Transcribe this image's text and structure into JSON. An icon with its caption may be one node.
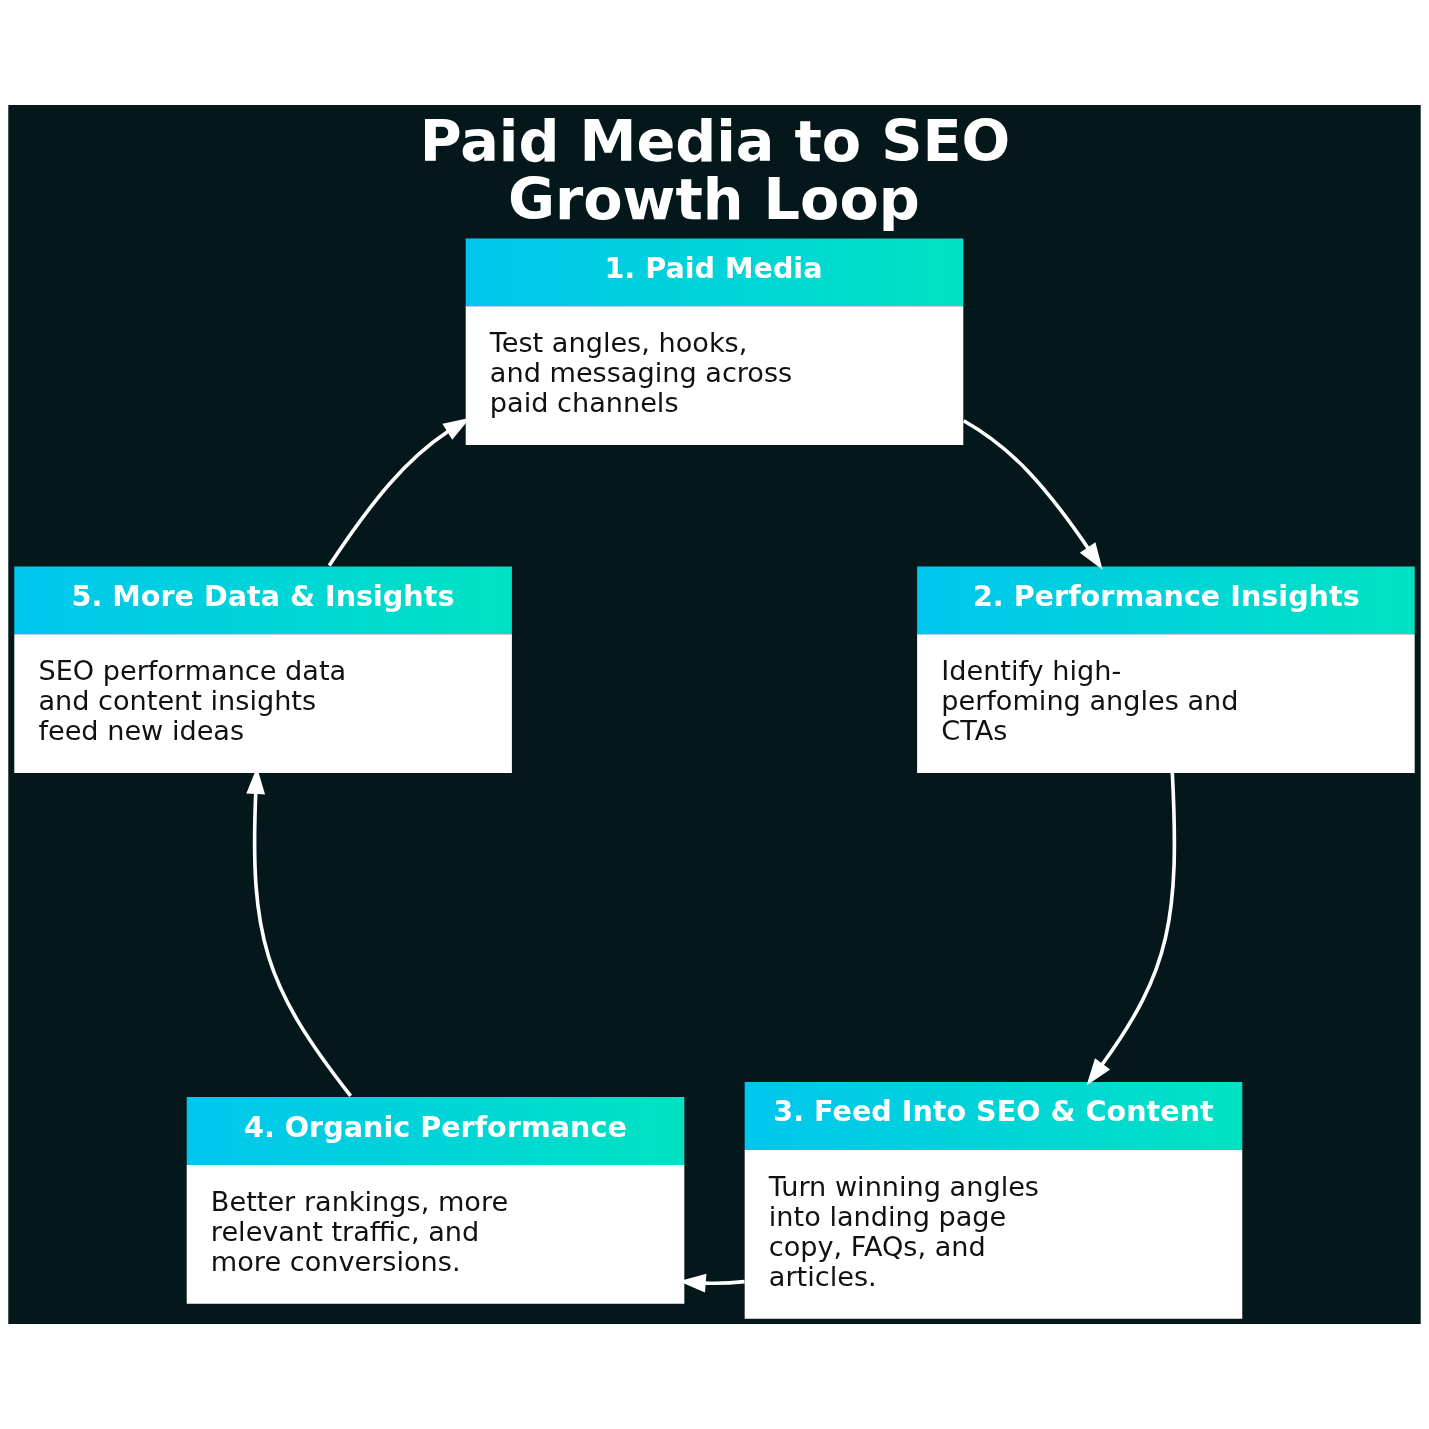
{
  "diagram": {
    "title": "Paid Media to SEO Growth Loop",
    "nodes": [
      {
        "text": [
          "1. Paid Media",
          "Test angles, hooks, and messaging across paid channels"
        ]
      },
      {
        "text": [
          "2. Performance Insights",
          "Identify high-perfoming angles and CTAs"
        ]
      },
      {
        "text": [
          "3. Feed Into SEO & Content",
          "Turn winning angles into landing page copy, FAQs, and articles."
        ]
      },
      {
        "text": [
          "4. Organic Performance",
          "Better rankings, more relevant traffic, and more conversions."
        ]
      },
      {
        "text": [
          "5. More Data & Insights",
          "SEO performance data and content insights feed new ideas"
        ]
      }
    ],
    "edges": [
      {
        "from": 0,
        "to": 1,
        "arrow": "to"
      },
      {
        "from": 1,
        "to": 2,
        "arrow": "to"
      },
      {
        "from": 2,
        "to": 3,
        "arrow": "to"
      },
      {
        "from": 3,
        "to": 4,
        "arrow": "to"
      },
      {
        "from": 4,
        "to": 0,
        "arrow": "to"
      }
    ]
  }
}
